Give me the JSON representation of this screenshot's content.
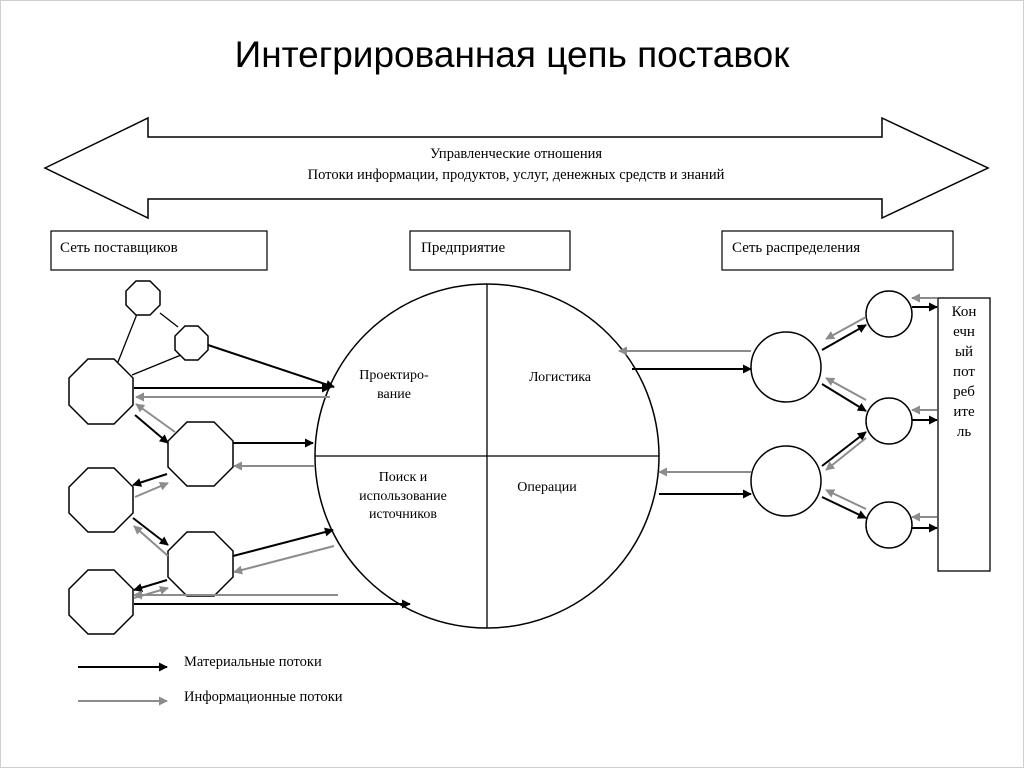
{
  "title": "Интегрированная цепь поставок",
  "banner": {
    "line1": "Управленческие отношения",
    "line2": "Потоки информации, продуктов, услуг, денежных средств и знаний"
  },
  "boxes": {
    "suppliers": "Сеть поставщиков",
    "enterprise": "Предприятие",
    "distribution": "Сеть распределения"
  },
  "quadrants": {
    "design": [
      "Проектиро-",
      "вание"
    ],
    "logistics": "Логистика",
    "sourcing": [
      "Поиск и",
      "использование",
      "источников"
    ],
    "operations": "Операции"
  },
  "consumer": [
    "Кон",
    "ечн",
    "ый",
    "пот",
    "реб",
    "ите",
    "ль"
  ],
  "legend": {
    "material": "Материальные потоки",
    "information": "Информационные потоки"
  },
  "colors": {
    "material_flow": "#000000",
    "information_flow": "#8c8c8c"
  }
}
